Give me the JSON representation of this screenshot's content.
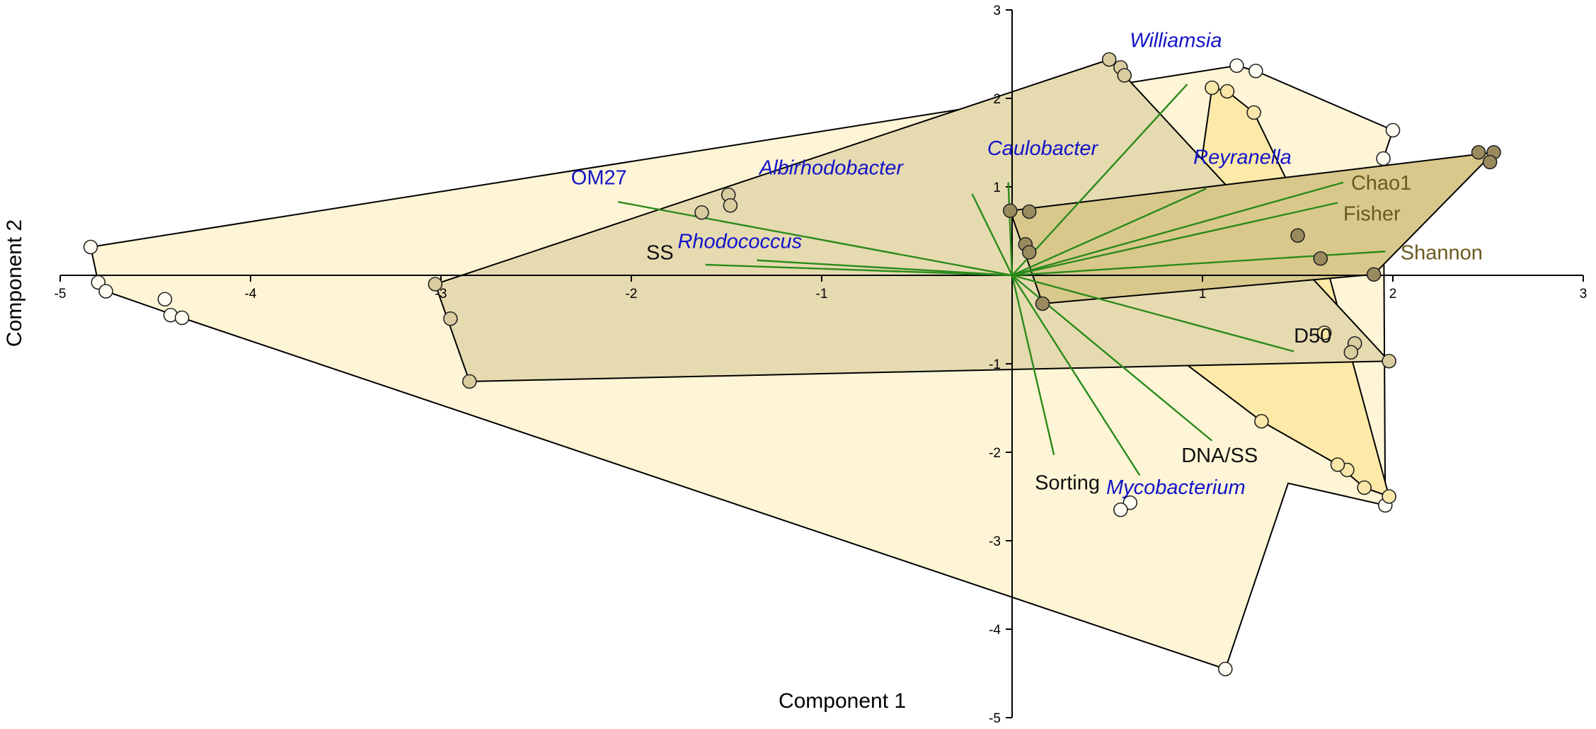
{
  "chart_data": {
    "type": "scatter",
    "title": "",
    "xlabel": "Component 1",
    "ylabel": "Component 2",
    "xlim": [
      -5,
      3
    ],
    "ylim": [
      -5,
      3
    ],
    "xticks": [
      "-5",
      "-4",
      "-3",
      "-2",
      "-1",
      "1",
      "2",
      "3"
    ],
    "yticks": [
      "3",
      "2",
      "1",
      "-1",
      "-2",
      "-3",
      "-4",
      "-5"
    ],
    "colors": {
      "group_white": "#fffdf3",
      "group_light_yellow": "#f8e7a8",
      "group_tan": "#d9cc9f",
      "group_dark_olive": "#9a8b5e",
      "hull_white": "#fdf5d6",
      "hull_light_yellow": "#fdeaa8",
      "hull_tan": "#e6dab1",
      "hull_dark_olive": "#d9c88c",
      "vector": "#2a8a1a",
      "label_genus": "#1414c8",
      "label_env": "#111111",
      "label_diversity": "#6b5a1e"
    },
    "groups": [
      {
        "key": "white",
        "fill": "hull_white",
        "point_fill": "group_white",
        "points": [
          [
            -4.84,
            0.32
          ],
          [
            -4.8,
            -0.08
          ],
          [
            -4.76,
            -0.18
          ],
          [
            -4.45,
            -0.27
          ],
          [
            -4.42,
            -0.45
          ],
          [
            -4.36,
            -0.48
          ],
          [
            1.95,
            1.32
          ],
          [
            2.0,
            1.64
          ],
          [
            1.28,
            2.31
          ],
          [
            1.18,
            2.37
          ],
          [
            1.96,
            -2.6
          ],
          [
            0.62,
            -2.57
          ],
          [
            0.57,
            -2.65
          ],
          [
            1.12,
            -4.45
          ]
        ],
        "hull": [
          [
            -4.84,
            0.32
          ],
          [
            1.18,
            2.37
          ],
          [
            1.28,
            2.31
          ],
          [
            2.0,
            1.64
          ],
          [
            1.95,
            1.32
          ],
          [
            1.96,
            -2.6
          ],
          [
            1.45,
            -2.35
          ],
          [
            1.12,
            -4.45
          ],
          [
            -4.36,
            -0.48
          ],
          [
            -4.76,
            -0.18
          ],
          [
            -4.8,
            -0.08
          ]
        ]
      },
      {
        "key": "light_yellow",
        "fill": "hull_light_yellow",
        "point_fill": "group_light_yellow",
        "points": [
          [
            1.05,
            2.12
          ],
          [
            1.13,
            2.08
          ],
          [
            1.27,
            1.84
          ],
          [
            1.98,
            -2.5
          ],
          [
            1.85,
            -2.4
          ],
          [
            1.76,
            -2.2
          ],
          [
            1.71,
            -2.14
          ],
          [
            1.31,
            -1.65
          ],
          [
            1.64,
            -0.65
          ]
        ],
        "hull": [
          [
            1.05,
            2.12
          ],
          [
            1.13,
            2.08
          ],
          [
            1.27,
            1.84
          ],
          [
            1.64,
            0.2
          ],
          [
            1.98,
            -2.5
          ],
          [
            1.85,
            -2.4
          ],
          [
            1.71,
            -2.14
          ],
          [
            1.31,
            -1.65
          ],
          [
            0.85,
            -0.9
          ]
        ]
      },
      {
        "key": "tan",
        "fill": "hull_tan",
        "point_fill": "group_tan",
        "points": [
          [
            0.51,
            2.44
          ],
          [
            0.57,
            2.35
          ],
          [
            0.59,
            2.26
          ],
          [
            -1.63,
            0.71
          ],
          [
            -1.49,
            0.91
          ],
          [
            -1.48,
            0.79
          ],
          [
            -3.03,
            -0.1
          ],
          [
            -2.95,
            -0.49
          ],
          [
            -2.85,
            -1.2
          ],
          [
            1.8,
            -0.77
          ],
          [
            1.78,
            -0.87
          ],
          [
            1.98,
            -0.97
          ]
        ],
        "hull": [
          [
            0.51,
            2.44
          ],
          [
            0.59,
            2.26
          ],
          [
            1.98,
            -0.97
          ],
          [
            -2.85,
            -1.2
          ],
          [
            -3.03,
            -0.1
          ]
        ]
      },
      {
        "key": "dark_olive",
        "fill": "hull_dark_olive",
        "point_fill": "group_dark_olive",
        "points": [
          [
            2.45,
            1.39
          ],
          [
            2.53,
            1.39
          ],
          [
            2.51,
            1.28
          ],
          [
            1.5,
            0.45
          ],
          [
            1.62,
            0.19
          ],
          [
            1.9,
            0.01
          ],
          [
            0.09,
            0.72
          ],
          [
            0.07,
            0.35
          ],
          [
            0.09,
            0.26
          ],
          [
            0.16,
            -0.32
          ],
          [
            -0.01,
            0.73
          ]
        ],
        "hull": [
          [
            -0.01,
            0.73
          ],
          [
            2.53,
            1.39
          ],
          [
            1.9,
            0.01
          ],
          [
            0.16,
            -0.32
          ]
        ]
      }
    ],
    "vectors": [
      {
        "label": "OM27",
        "end": [
          -2.07,
          0.83
        ],
        "label_pos": [
          -2.17,
          1.03
        ],
        "anchor": "middle",
        "color": "label_genus",
        "italic": false
      },
      {
        "label": "SS",
        "end": [
          -1.61,
          0.12
        ],
        "label_pos": [
          -1.85,
          0.18
        ],
        "anchor": "middle",
        "color": "label_env",
        "italic": false
      },
      {
        "label": "Rhodococcus",
        "end": [
          -1.34,
          0.17
        ],
        "label_pos": [
          -1.43,
          0.31
        ],
        "anchor": "middle",
        "color": "label_genus",
        "italic": true
      },
      {
        "label": "Albirhodobacter",
        "end": [
          -0.21,
          0.92
        ],
        "label_pos": [
          -0.95,
          1.14
        ],
        "anchor": "middle",
        "color": "label_genus",
        "italic": true
      },
      {
        "label": "Caulobacter",
        "end": [
          -0.02,
          1.05
        ],
        "label_pos": [
          0.16,
          1.36
        ],
        "anchor": "middle",
        "color": "label_genus",
        "italic": true
      },
      {
        "label": "Williamsia",
        "end": [
          0.92,
          2.16
        ],
        "label_pos": [
          0.86,
          2.58
        ],
        "anchor": "middle",
        "color": "label_genus",
        "italic": true
      },
      {
        "label": "Reyranella",
        "end": [
          1.02,
          0.98
        ],
        "label_pos": [
          1.21,
          1.26
        ],
        "anchor": "middle",
        "color": "label_genus",
        "italic": true
      },
      {
        "label": "Chao1",
        "end": [
          1.74,
          1.05
        ],
        "label_pos": [
          1.78,
          0.97
        ],
        "anchor": "start",
        "color": "label_diversity",
        "italic": false
      },
      {
        "label": "Fisher",
        "end": [
          1.71,
          0.82
        ],
        "label_pos": [
          1.74,
          0.62
        ],
        "anchor": "start",
        "color": "label_diversity",
        "italic": false
      },
      {
        "label": "Shannon",
        "end": [
          1.96,
          0.27
        ],
        "label_pos": [
          2.04,
          0.18
        ],
        "anchor": "start",
        "color": "label_diversity",
        "italic": false
      },
      {
        "label": "D50",
        "end": [
          1.48,
          -0.86
        ],
        "label_pos": [
          1.48,
          -0.76
        ],
        "anchor": "start",
        "color": "label_env",
        "italic": false
      },
      {
        "label": "DNA/SS",
        "end": [
          1.05,
          -1.87
        ],
        "label_pos": [
          1.09,
          -2.11
        ],
        "anchor": "middle",
        "color": "label_env",
        "italic": false
      },
      {
        "label": "Mycobacterium",
        "end": [
          0.67,
          -2.26
        ],
        "label_pos": [
          0.86,
          -2.47
        ],
        "anchor": "middle",
        "color": "label_genus",
        "italic": true
      },
      {
        "label": "Sorting",
        "end": [
          0.22,
          -2.03
        ],
        "label_pos": [
          0.29,
          -2.42
        ],
        "anchor": "middle",
        "color": "label_env",
        "italic": false
      }
    ]
  }
}
